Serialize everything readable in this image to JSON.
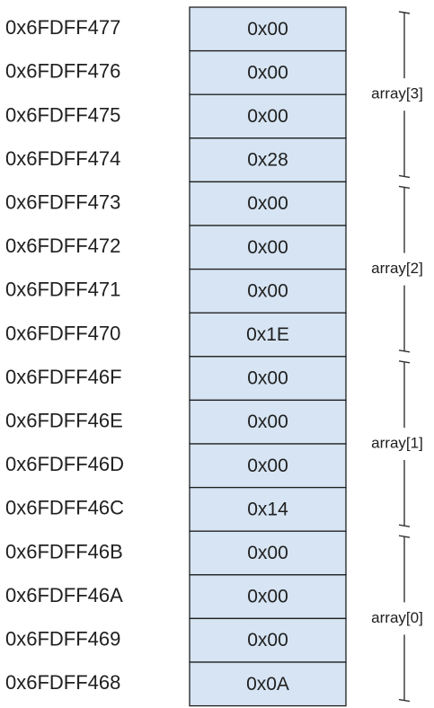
{
  "memory": {
    "cells": [
      {
        "address": "0x6FDFF477",
        "value": "0x00"
      },
      {
        "address": "0x6FDFF476",
        "value": "0x00"
      },
      {
        "address": "0x6FDFF475",
        "value": "0x00"
      },
      {
        "address": "0x6FDFF474",
        "value": "0x28"
      },
      {
        "address": "0x6FDFF473",
        "value": "0x00"
      },
      {
        "address": "0x6FDFF472",
        "value": "0x00"
      },
      {
        "address": "0x6FDFF471",
        "value": "0x00"
      },
      {
        "address": "0x6FDFF470",
        "value": "0x1E"
      },
      {
        "address": "0x6FDFF46F",
        "value": "0x00"
      },
      {
        "address": "0x6FDFF46E",
        "value": "0x00"
      },
      {
        "address": "0x6FDFF46D",
        "value": "0x00"
      },
      {
        "address": "0x6FDFF46C",
        "value": "0x14"
      },
      {
        "address": "0x6FDFF46B",
        "value": "0x00"
      },
      {
        "address": "0x6FDFF46A",
        "value": "0x00"
      },
      {
        "address": "0x6FDFF469",
        "value": "0x00"
      },
      {
        "address": "0x6FDFF468",
        "value": "0x0A"
      }
    ],
    "groups": [
      {
        "label": "array[3]",
        "cells": 4
      },
      {
        "label": "array[2]",
        "cells": 4
      },
      {
        "label": "array[1]",
        "cells": 4
      },
      {
        "label": "array[0]",
        "cells": 4
      }
    ]
  },
  "colors": {
    "cell_fill": "#d6e4f3",
    "cell_border": "#1f1f1f",
    "text": "#202020"
  }
}
